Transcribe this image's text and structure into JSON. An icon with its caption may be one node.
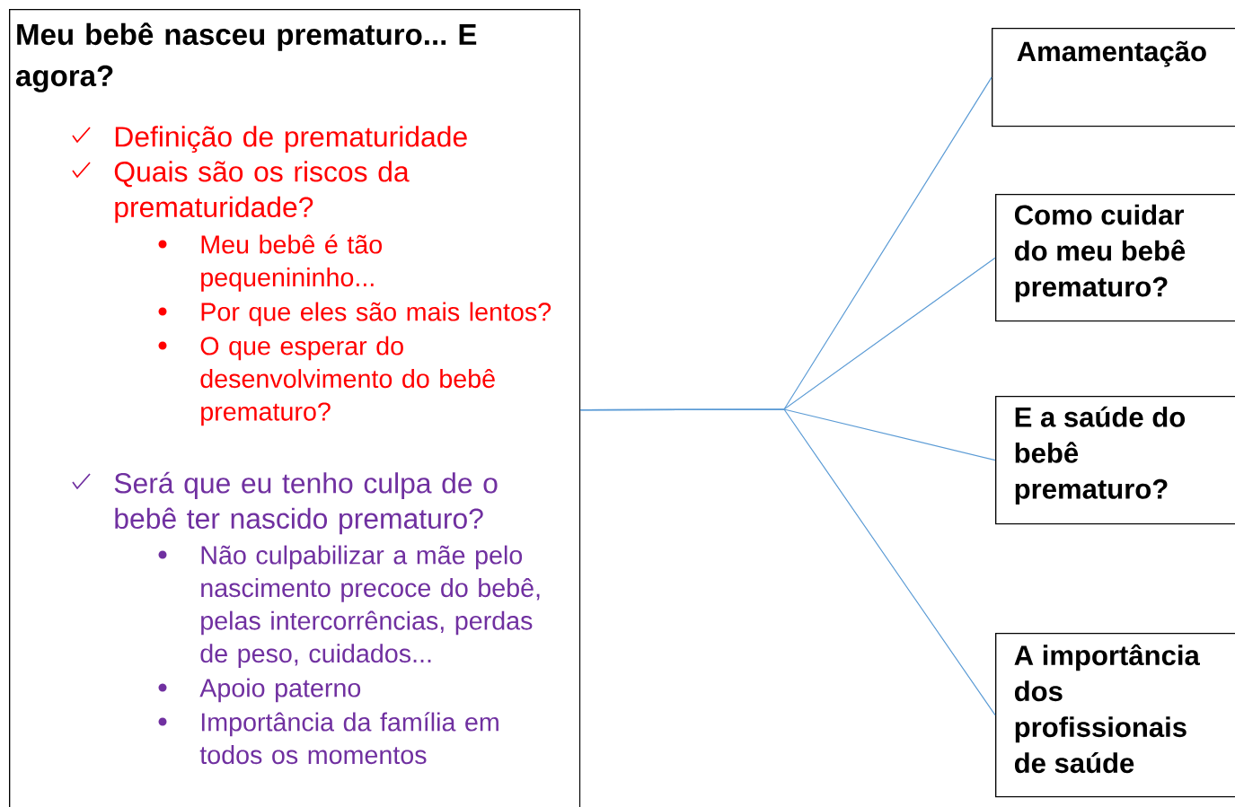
{
  "diagram": {
    "nodes": [
      {
        "text": [
          "Meu bebê nasceu prematuro... E agora?",
          "Definição de prematuridade",
          "Quais são os riscos da prematuridade?",
          "Meu bebê é tão pequenininho...",
          "Por que eles são mais lentos?",
          "O que esperar do desenvolvimento do bebê prematuro?",
          "Será que eu tenho culpa de o bebê ter nascido prematuro?",
          "Não culpabilizar a mãe pelo nascimento precoce do bebê, pelas intercorrências, perdas de peso, cuidados...",
          "Apoio paterno",
          "Importância da família em todos os momentos"
        ]
      },
      {
        "text": [
          "Amamentação"
        ]
      },
      {
        "text": [
          "Como cuidar do meu bebê prematuro?"
        ]
      },
      {
        "text": [
          "E a saúde do bebê prematuro?"
        ]
      },
      {
        "text": [
          "A importância dos profissionais de saúde"
        ]
      }
    ],
    "edges": [
      {
        "from": 0,
        "to": 1,
        "arrow": "none"
      },
      {
        "from": 0,
        "to": 2,
        "arrow": "none"
      },
      {
        "from": 0,
        "to": 3,
        "arrow": "none"
      },
      {
        "from": 0,
        "to": 4,
        "arrow": "none"
      }
    ]
  }
}
